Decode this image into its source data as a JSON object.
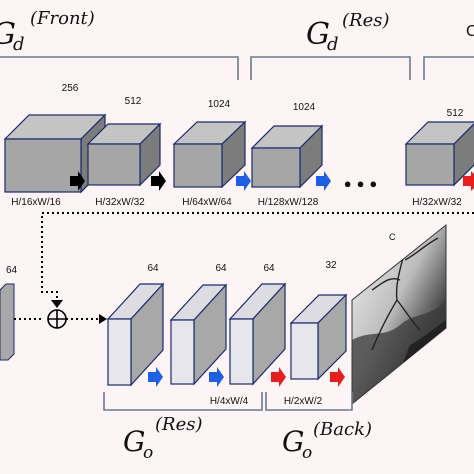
{
  "labels": {
    "gd_front_base": "G",
    "gd_front_sub": "d",
    "gd_front_sup": "(Front)",
    "gd_res_base": "G",
    "gd_res_sub": "d",
    "gd_res_sup": "(Res)",
    "go_res_base": "G",
    "go_res_sub": "o",
    "go_res_sup": "(Res)",
    "go_back_base": "G",
    "go_back_sub": "o",
    "go_back_sup": "(Back)",
    "edge_letter": "C",
    "ellipsis": "●●●",
    "plus_symbol": "⊕",
    "image_caption": "C"
  },
  "top_blocks": [
    {
      "channels": "256",
      "resolution": "H/16xW/16"
    },
    {
      "channels": "512",
      "resolution": "H/32xW/32"
    },
    {
      "channels": "1024",
      "resolution": "H/64xW/64"
    },
    {
      "channels": "1024",
      "resolution": "H/128xW/128"
    },
    {
      "channels": "512",
      "resolution": "H/32xW/32"
    }
  ],
  "bottom_blocks": [
    {
      "channels": "64",
      "resolution": ""
    },
    {
      "channels": "64",
      "resolution": ""
    },
    {
      "channels": "64",
      "resolution": "H/4xW/4"
    },
    {
      "channels": "32",
      "resolution": "H/2xW/2"
    }
  ],
  "partial_left_block": {
    "channels": "64"
  },
  "colors": {
    "background": "#fdf5f5",
    "cube_front": "#a6a6a6",
    "cube_top": "#c4c4c4",
    "cube_side": "#7c7c7c",
    "cube_edge": "#1d2a6b",
    "slab_front": "#e6e6ec",
    "slab_side": "#a8a8a8",
    "arrow_black": "#000000",
    "arrow_blue": "#1f5fe6",
    "arrow_red": "#e61e1e",
    "bracket": "#6b7a8a"
  }
}
